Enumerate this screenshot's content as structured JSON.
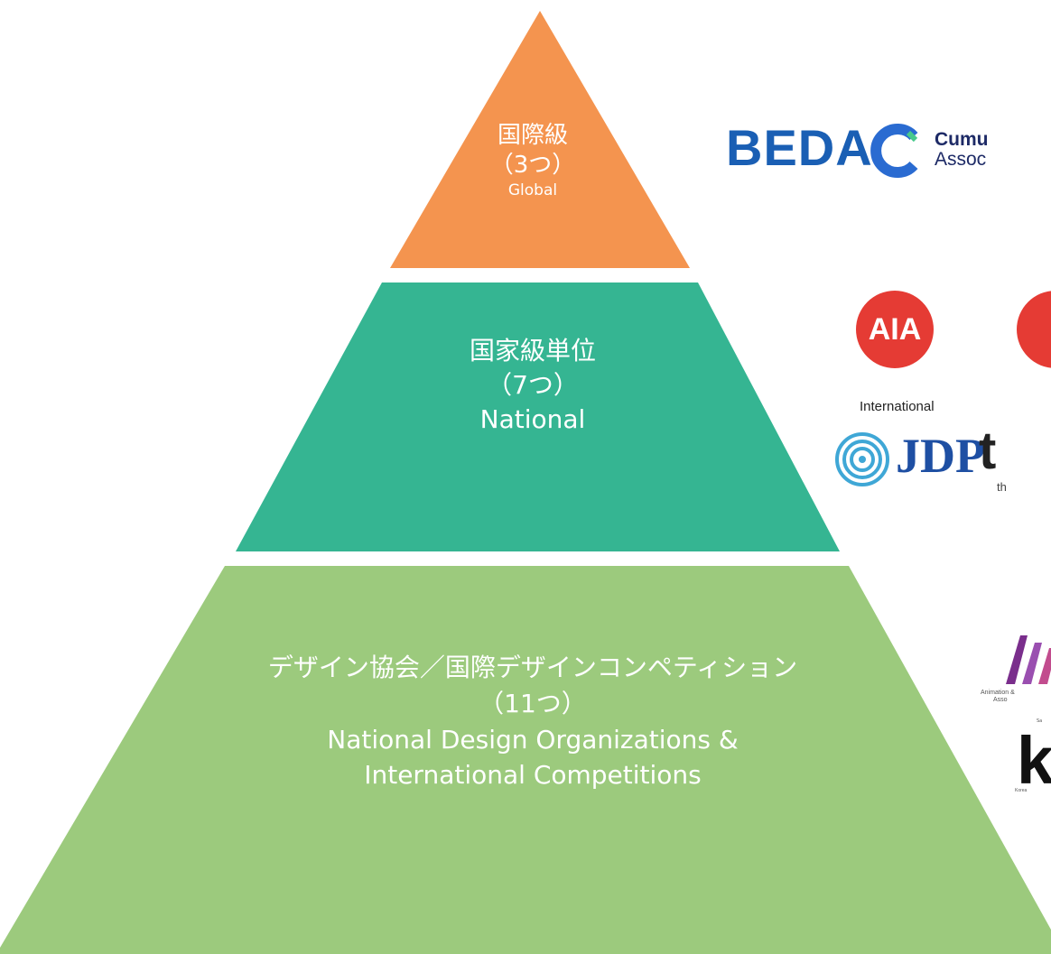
{
  "pyramid": {
    "tiers": [
      {
        "title": "国際級",
        "count": "（3つ）",
        "english": "Global",
        "color": "#f4944f"
      },
      {
        "title": "国家級単位",
        "count": "（7つ）",
        "english": "National",
        "color": "#35b592"
      },
      {
        "title": "デザイン協会／国際デザインコンペティション",
        "count": "（11つ）",
        "english_line1": "National Design Organizations &",
        "english_line2": "International Competitions",
        "color": "#9cca7d"
      }
    ]
  },
  "logos": {
    "beda": {
      "text": "BEDA",
      "color": "#1a5fb4"
    },
    "cumulus": {
      "line1": "Cumu",
      "line2": "Assoc",
      "color": "#1d2a66"
    },
    "aia": {
      "text": "AIA",
      "caption": "International",
      "color": "#e53b34"
    },
    "jdp": {
      "text": "JDP",
      "color": "#1e4fa3"
    },
    "t_logo": {
      "text": "t",
      "sub": "th"
    },
    "animation": {
      "caption_line1": "Animation &",
      "caption_line2": "Asso"
    },
    "k_logo": {
      "text": "k",
      "tiny": "Sa",
      "caption": "Korea"
    }
  }
}
